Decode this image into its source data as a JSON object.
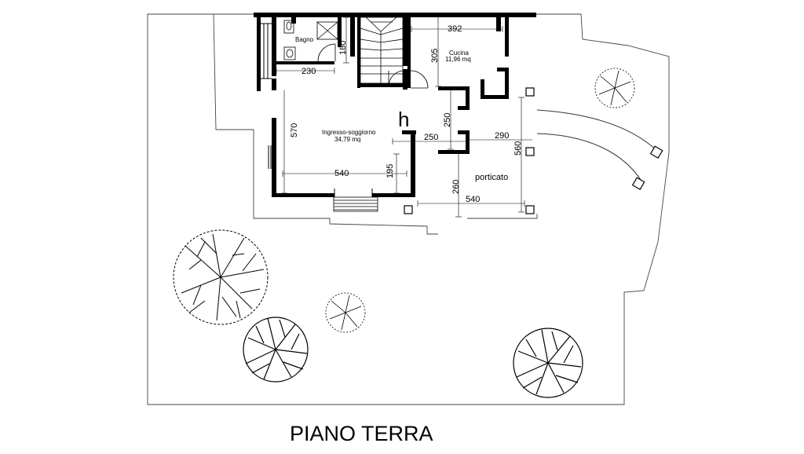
{
  "rooms": {
    "bagno": "Bagno",
    "cucina": "Cucina",
    "cucina_area": "11,96 mq",
    "soggiorno": "Ingresso-soggiorno",
    "soggiorno_area": "34,79 mq",
    "porticato": "porticato"
  },
  "dimensions": {
    "d392": "392",
    "d180": "180",
    "d305": "305",
    "d230": "230",
    "d570": "570",
    "d250a": "250",
    "d250b": "250",
    "d290": "290",
    "d560": "560",
    "d540a": "540",
    "d195": "195",
    "d260": "260",
    "d540b": "540"
  },
  "marker": "h",
  "title": "PIANO TERRA"
}
